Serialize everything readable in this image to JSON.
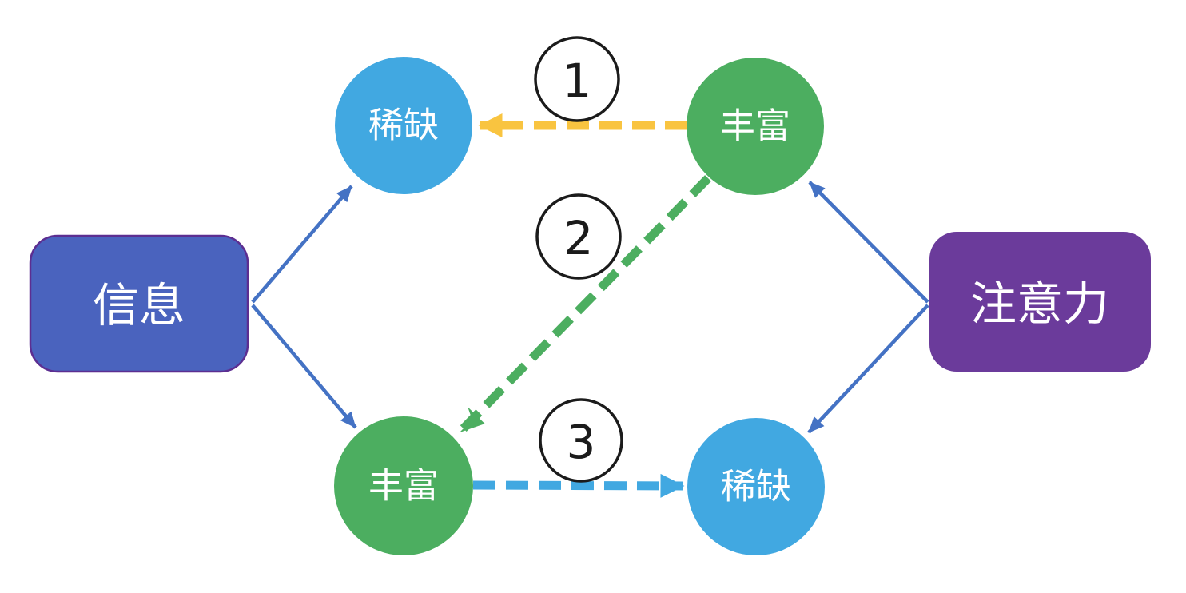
{
  "diagram": {
    "title_semantic": "信息-注意力 稀缺/丰富 关系图",
    "left_box": {
      "label": "信息",
      "fill": "#4A63BE",
      "border_color": "#5C2E91",
      "text_color": "#ffffff"
    },
    "right_box": {
      "label": "注意力",
      "fill": "#6B3B9B",
      "text_color": "#ffffff"
    },
    "nodes": [
      {
        "id": "top-left",
        "label": "稀缺",
        "fill": "#41A8E1"
      },
      {
        "id": "top-right",
        "label": "丰富",
        "fill": "#4CAE60"
      },
      {
        "id": "bottom-left",
        "label": "丰富",
        "fill": "#4CAE60"
      },
      {
        "id": "bottom-right",
        "label": "稀缺",
        "fill": "#41A8E1"
      }
    ],
    "solid_arrows": {
      "color": "#4472C4",
      "connections": [
        {
          "from": "信息",
          "to": "稀缺 (top-left)"
        },
        {
          "from": "信息",
          "to": "丰富 (bottom-left)"
        },
        {
          "from": "注意力",
          "to": "丰富 (top-right)"
        },
        {
          "from": "注意力",
          "to": "稀缺 (bottom-right)"
        }
      ]
    },
    "dashed_arrows": [
      {
        "badge": "1",
        "from": "丰富 (top-right)",
        "to": "稀缺 (top-left)",
        "color": "#F9C440"
      },
      {
        "badge": "2",
        "from": "丰富 (top-right)",
        "to": "丰富 (bottom-left)",
        "color": "#4CAE60"
      },
      {
        "badge": "3",
        "from": "丰富 (bottom-left)",
        "to": "稀缺 (bottom-right)",
        "color": "#41A8E1"
      }
    ],
    "badges": {
      "fill": "#ffffff",
      "border_color": "#1b1b1b",
      "text_color": "#1b1b1b"
    }
  }
}
